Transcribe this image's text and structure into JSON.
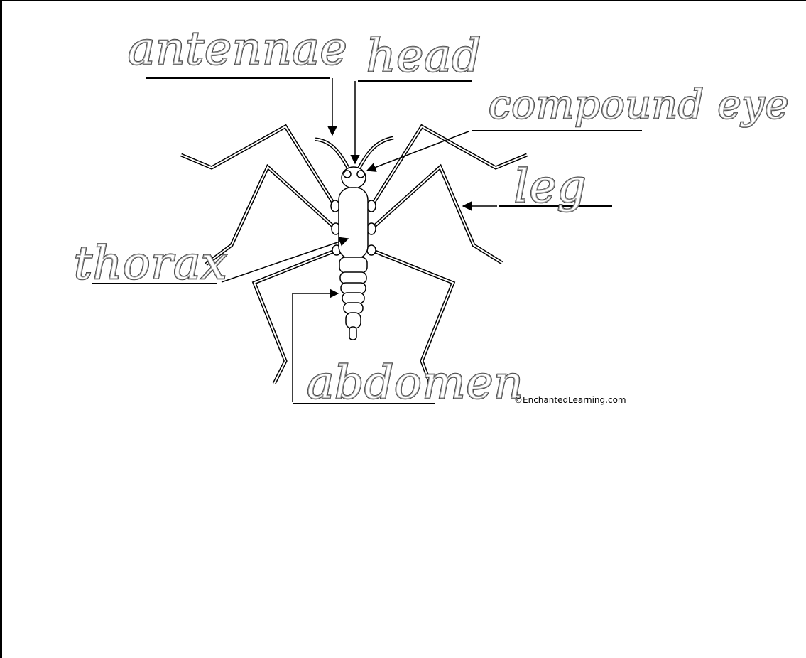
{
  "labels": {
    "antennae": "antennae",
    "head": "head",
    "compound_eye": "compound eye",
    "leg": "leg",
    "thorax": "thorax",
    "abdomen": "abdomen"
  },
  "credit": "©EnchantedLearning.com",
  "colors": {
    "line": "#000000",
    "label_outline": "#2b2b2b",
    "label_core": "#9a9a9a"
  }
}
